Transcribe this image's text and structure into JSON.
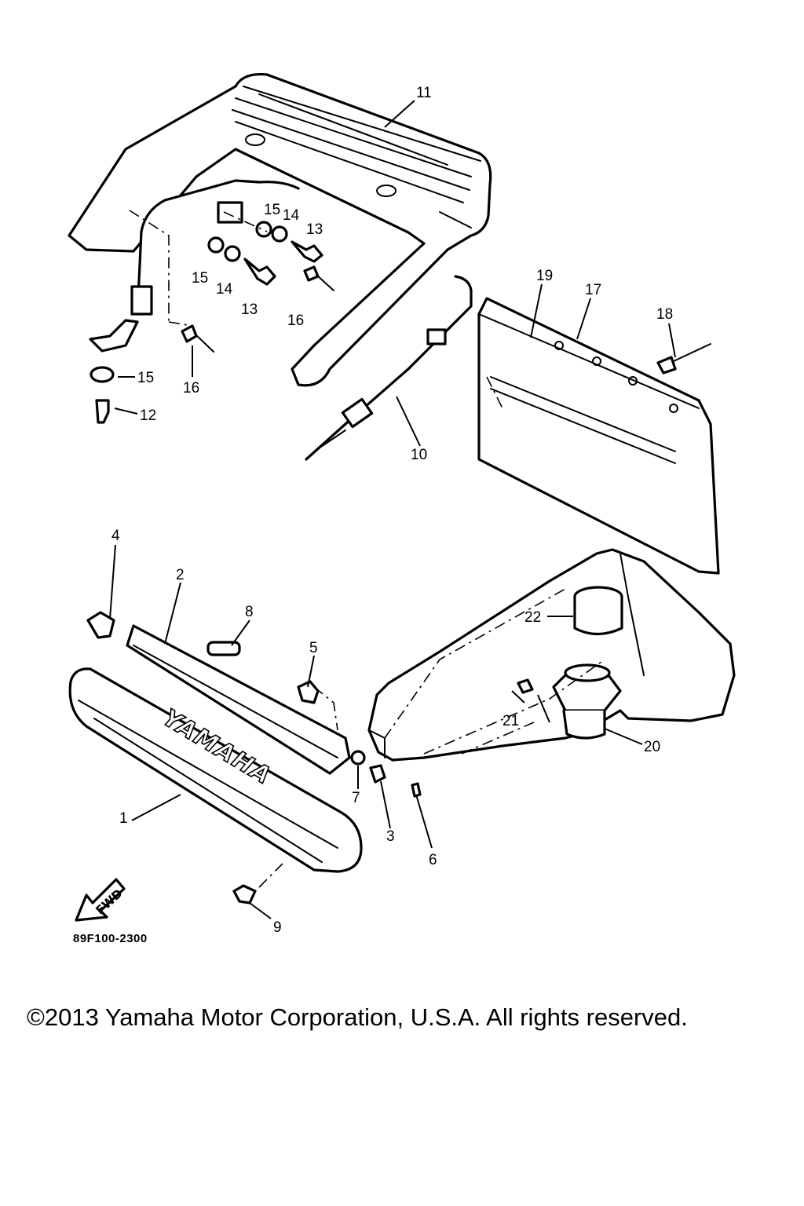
{
  "diagram": {
    "drawing_code": "89F100-2300",
    "logo_text": "YAMAHA",
    "fwd_text": "FWD",
    "callouts": {
      "c1": "1",
      "c2": "2",
      "c3": "3",
      "c4": "4",
      "c5": "5",
      "c6": "6",
      "c7": "7",
      "c8": "8",
      "c9": "9",
      "c10": "10",
      "c11": "11",
      "c12": "12",
      "c13a": "13",
      "c13b": "13",
      "c14a": "14",
      "c14b": "14",
      "c15a": "15",
      "c15b": "15",
      "c15c": "15",
      "c16a": "16",
      "c16b": "16",
      "c17": "17",
      "c18": "18",
      "c19": "19",
      "c20": "20",
      "c21": "21",
      "c22": "22"
    }
  },
  "footer": {
    "copyright": "©2013 Yamaha Motor Corporation, U.S.A. All rights reserved."
  }
}
